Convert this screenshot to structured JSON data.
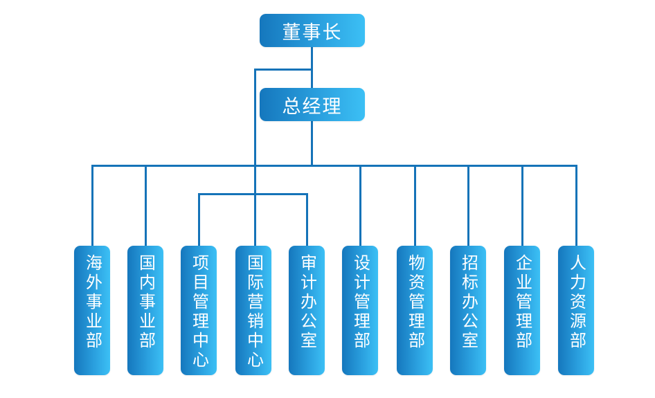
{
  "diagram": {
    "type": "org-chart",
    "colors": {
      "line": "#1573b8",
      "box_gradient_start": "#1577bd",
      "box_gradient_end": "#3cc0f5",
      "text": "#ffffff",
      "background": "#ffffff"
    },
    "chairman": {
      "label": "董事长"
    },
    "general_manager": {
      "label": "总经理",
      "reports_to": "董事长"
    },
    "departments": [
      {
        "label": "海外事业部",
        "reports_to": "总经理"
      },
      {
        "label": "国内事业部",
        "reports_to": "总经理"
      },
      {
        "label": "项目管理中心",
        "reports_to": "董事长"
      },
      {
        "label": "国际营销中心",
        "reports_to": "董事长"
      },
      {
        "label": "审计办公室",
        "reports_to": "董事长"
      },
      {
        "label": "设计管理部",
        "reports_to": "总经理"
      },
      {
        "label": "物资管理部",
        "reports_to": "总经理"
      },
      {
        "label": "招标办公室",
        "reports_to": "总经理"
      },
      {
        "label": "企业管理部",
        "reports_to": "总经理"
      },
      {
        "label": "人力资源部",
        "reports_to": "总经理"
      }
    ]
  }
}
